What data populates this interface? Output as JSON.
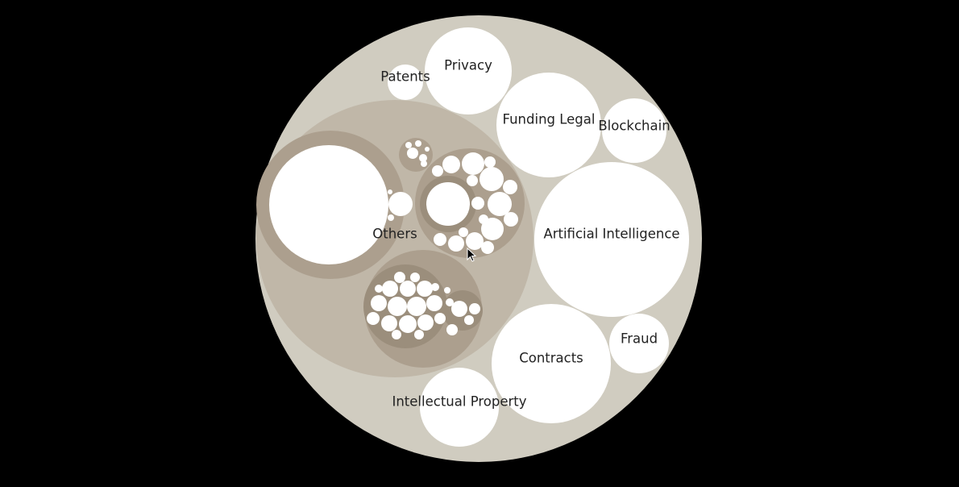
{
  "colors": {
    "background": "#000000",
    "root_fill": "#d0ccc0",
    "level1_fill": "#c0b7a8",
    "level2_fill": "#ac9f8e",
    "level3_fill": "#9b8e7c",
    "leaf_fill": "#ffffff",
    "label_color": "#222222"
  },
  "root": {
    "children": [
      {
        "id": "privacy",
        "label": "Privacy"
      },
      {
        "id": "patents",
        "label": "Patents"
      },
      {
        "id": "funding-legal",
        "label": "Funding Legal"
      },
      {
        "id": "blockchain",
        "label": "Blockchain"
      },
      {
        "id": "artificial-intelligence",
        "label": "Artificial Intelligence"
      },
      {
        "id": "fraud",
        "label": "Fraud"
      },
      {
        "id": "contracts",
        "label": "Contracts"
      },
      {
        "id": "intellectual-property",
        "label": "Intellectual Property"
      },
      {
        "id": "others",
        "label": "Others"
      }
    ]
  },
  "cursor": {
    "icon": "mouse-pointer-icon"
  }
}
